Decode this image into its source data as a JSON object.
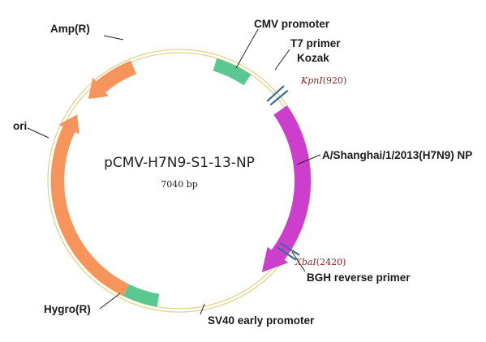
{
  "plasmid": {
    "name": "pCMV-H7N9-S1-13-NP",
    "size_label": "7040 bp"
  },
  "features": {
    "amp": {
      "label": "Amp(R)",
      "color": "#f7945c",
      "type": "arrow-ccw"
    },
    "cmv": {
      "label": "CMV promoter",
      "color": "#5bc892",
      "type": "block"
    },
    "np": {
      "label": "A/Shanghai/1/2013(H7N9) NP",
      "color": "#cc3ecb",
      "type": "arrow-cw"
    },
    "ori": {
      "label": "ori",
      "color": "#46bf8c",
      "type": "block"
    },
    "hygro": {
      "label": "Hygro(R)",
      "color": "#f7945c",
      "type": "arrow-cw"
    },
    "sv40": {
      "label": "SV40 early promoter",
      "color": "#5bc892",
      "type": "block"
    }
  },
  "primers": {
    "t7": {
      "label": "T7 primer"
    },
    "kozak": {
      "label": "Kozak"
    },
    "bgh": {
      "label": "BGH reverse primer"
    }
  },
  "sites": {
    "kpni": {
      "name": "KpnI",
      "position": "(920)"
    },
    "xbai": {
      "name": "XbaI",
      "position": "(2420)"
    }
  },
  "colors": {
    "backbone": "#e0d48c",
    "primer": "#3a6e9a",
    "site_text": "#8b1a1a"
  }
}
